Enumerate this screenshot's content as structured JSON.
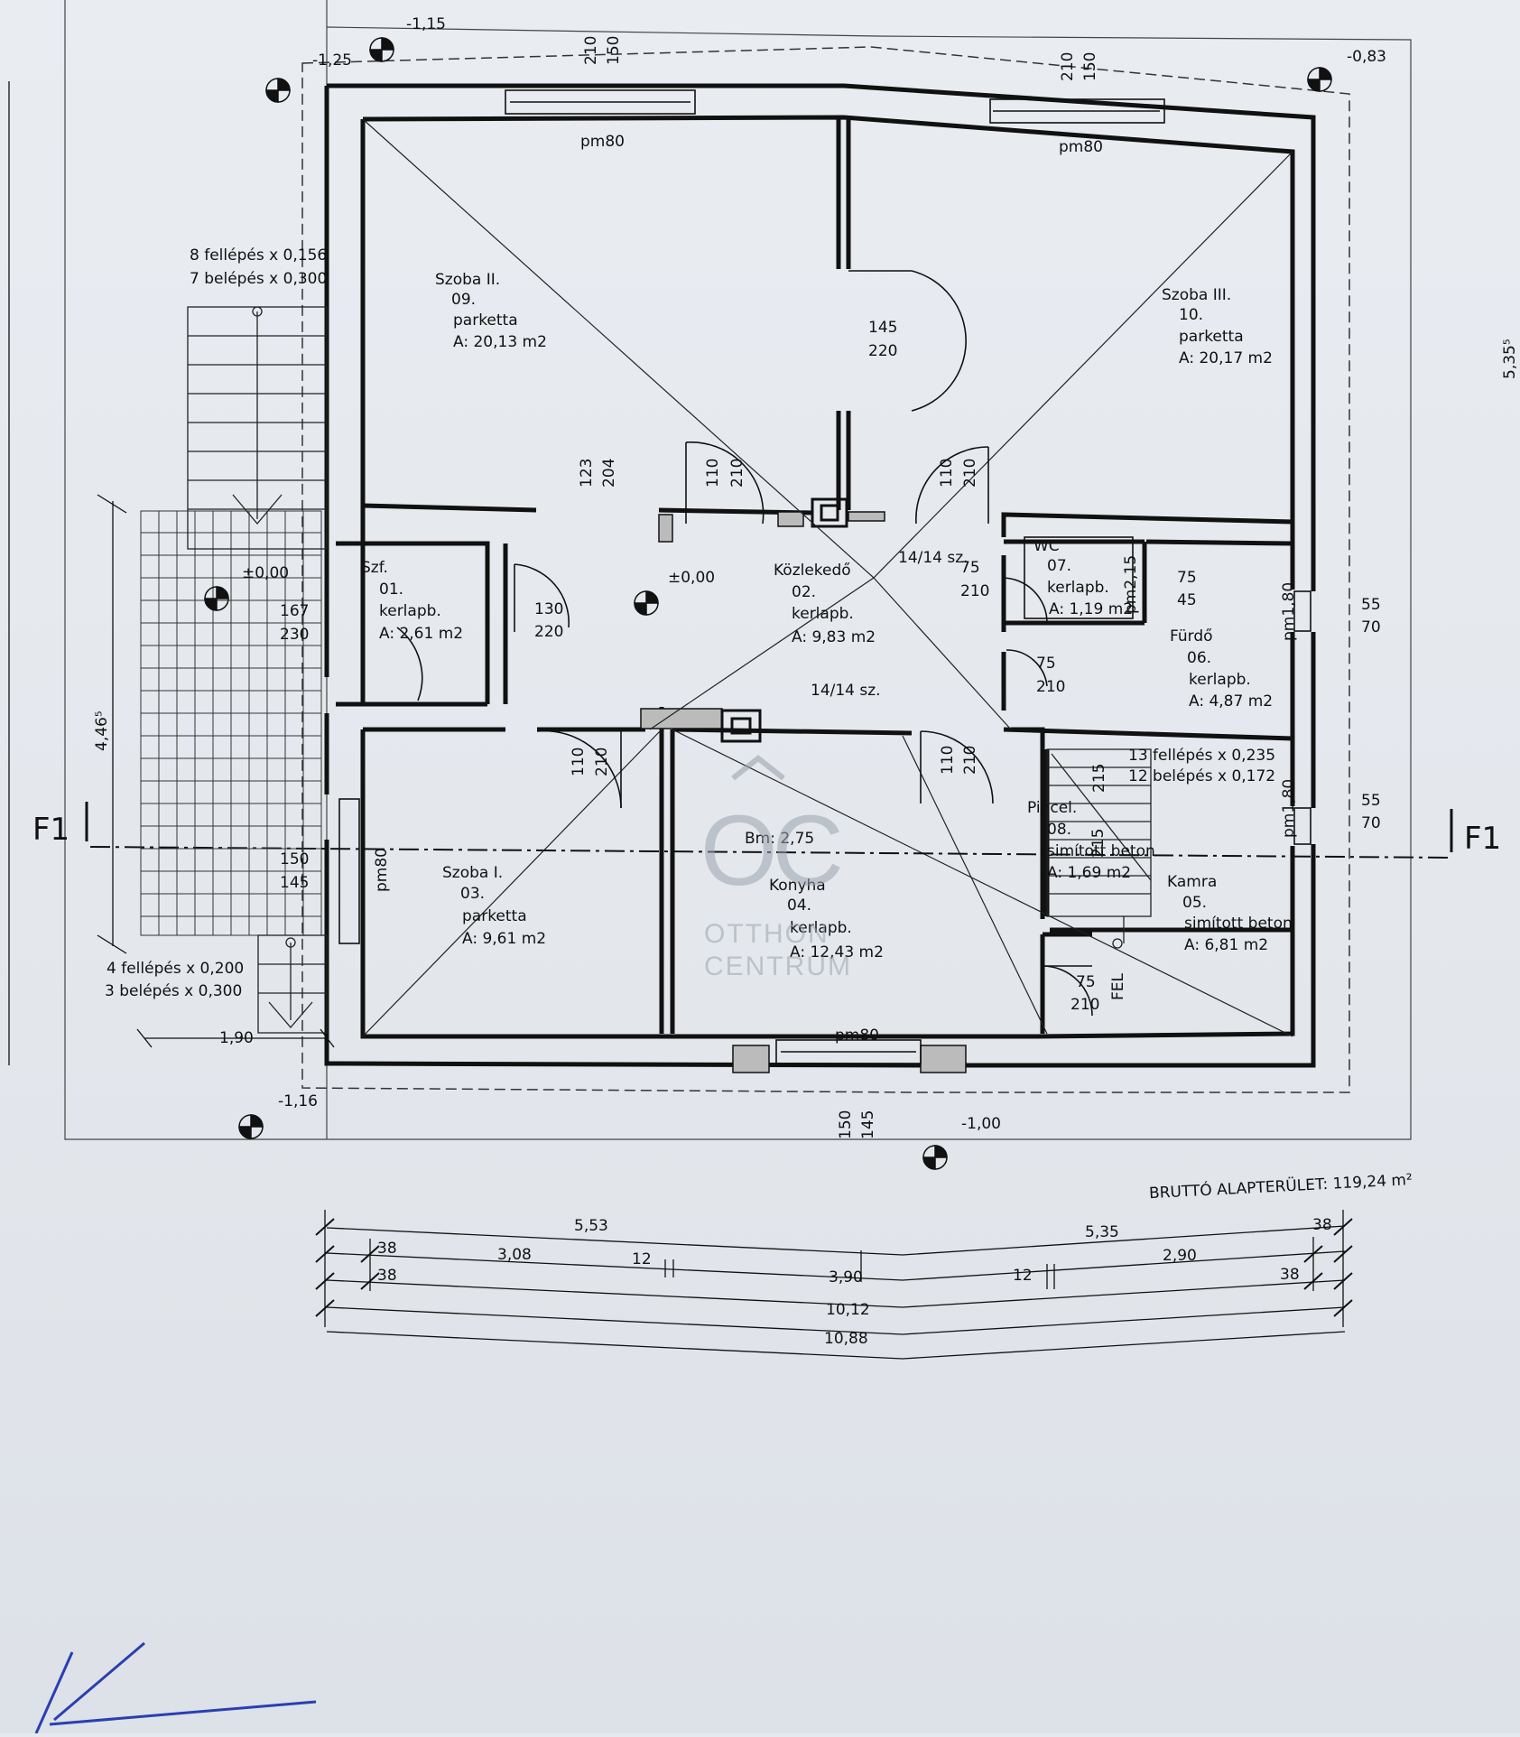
{
  "plan": {
    "gross_area": "BRUTTÓ ALAPTERÜLET: 119,24 m²",
    "section_label": "F1",
    "ceiling_height": "Bm: 2,75",
    "level_mark": "±0,00",
    "rooms": [
      {
        "id": "szoba2",
        "name": "Szoba II.",
        "num": "09.",
        "floor": "parketta",
        "area": "A: 20,13 m2"
      },
      {
        "id": "szoba3",
        "name": "Szoba III.",
        "num": "10.",
        "floor": "parketta",
        "area": "A: 20,17 m2"
      },
      {
        "id": "szf",
        "name": "Szf.",
        "num": "01.",
        "floor": "kerlapb.",
        "area": "A: 2,61 m2"
      },
      {
        "id": "kozleked",
        "name": "Közlekedő",
        "num": "02.",
        "floor": "kerlapb.",
        "area": "A: 9,83 m2"
      },
      {
        "id": "wc",
        "name": "WC",
        "num": "07.",
        "floor": "kerlapb.",
        "area": "A: 1,19 m2"
      },
      {
        "id": "furdo",
        "name": "Fürdő",
        "num": "06.",
        "floor": "kerlapb.",
        "area": "A: 4,87 m2"
      },
      {
        "id": "szoba1",
        "name": "Szoba I.",
        "num": "03.",
        "floor": "parketta",
        "area": "A: 9,61 m2"
      },
      {
        "id": "konyha",
        "name": "Konyha",
        "num": "04.",
        "floor": "kerlapb.",
        "area": "A: 12,43 m2"
      },
      {
        "id": "pince",
        "name": "Pincel.",
        "num": "08.",
        "floor": "simított beton",
        "area": "A: 1,69 m2"
      },
      {
        "id": "kamra",
        "name": "Kamra",
        "num": "05.",
        "floor": "simított beton",
        "area": "A: 6,81 m2"
      }
    ],
    "stairs": {
      "top_rise": "8 fellépés x 0,156",
      "top_run": "7 belépés x 0,300",
      "bottom_rise": "4 fellépés x 0,200",
      "bottom_run": "3 belépés x 0,300",
      "inner_rise": "13 fellépés x 0,235",
      "inner_run": "12 belépés x 0,172",
      "up_label": "FEL"
    },
    "level_offsets": {
      "tl": "-1,25",
      "tc": "-1,15",
      "tr": "-0,83",
      "bl": "-1,16",
      "br": "-1,00"
    },
    "chimney_label": "14/14 sz.",
    "window_label": "pm80",
    "door_dims": {
      "d1": [
        "145",
        "220"
      ],
      "d2": [
        "110",
        "210"
      ],
      "d3": [
        "110",
        "210"
      ],
      "d4": [
        "123",
        "204"
      ],
      "d5": [
        "75",
        "210"
      ],
      "d6": [
        "130",
        "220"
      ],
      "d7": [
        "167",
        "230"
      ],
      "d8": [
        "75",
        "210"
      ],
      "d9": [
        "110",
        "210"
      ],
      "d10": [
        "110",
        "210"
      ],
      "d11": [
        "75",
        "210"
      ],
      "d12": [
        "75",
        "45"
      ],
      "d13": [
        "55",
        "70"
      ],
      "d14": [
        "55",
        "70"
      ],
      "d15": [
        "150",
        "145"
      ],
      "d16": [
        "210",
        "150"
      ],
      "d17": [
        "210",
        "150"
      ],
      "d18": [
        "150",
        "145"
      ],
      "d19": [
        "215"
      ],
      "d20": [
        "215"
      ],
      "pm180a": "pm1,80",
      "pm180b": "pm1,80",
      "pm80c": "pm80",
      "wc_pm": "pm2,15"
    },
    "dims": {
      "row1a": "5,53",
      "row1b": "5,35",
      "row1c": "38",
      "row2a": "38",
      "row2b": "3,08",
      "row2c": "12",
      "row2d": "12",
      "row2e": "2,90",
      "row2f": "38",
      "row3a": "38",
      "row3b": "3,90",
      "row3c": "38",
      "row4": "10,12",
      "row5": "10,88",
      "left_width": "1,90",
      "left_height": "4,46⁵",
      "right_height": "5,35⁵"
    },
    "watermark": {
      "logo": "OC",
      "line1": "OTTHON",
      "line2": "CENTRUM"
    }
  }
}
